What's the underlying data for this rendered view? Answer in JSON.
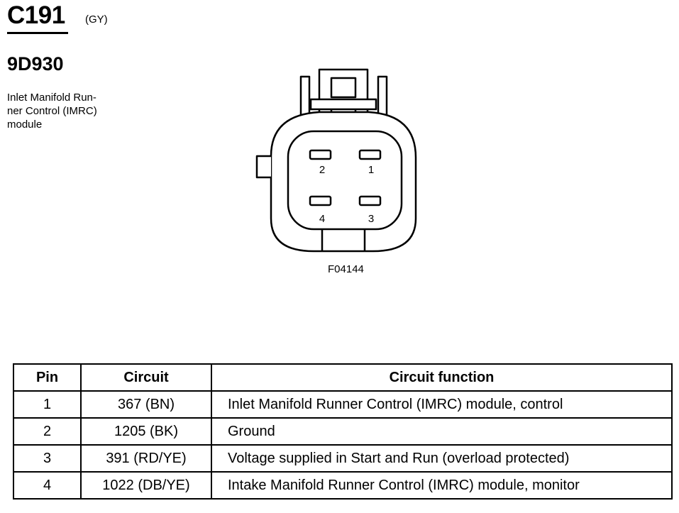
{
  "connector": {
    "id": "C191",
    "color_code": "(GY)",
    "part_number": "9D930",
    "description": "Inlet Manifold Runner Control (IMRC) module",
    "description_lines": [
      "Inlet Manifold Run-",
      "ner Control (IMRC)",
      "module"
    ]
  },
  "diagram": {
    "figure_code": "F04144",
    "pin_labels": [
      "2",
      "1",
      "4",
      "3"
    ]
  },
  "table": {
    "headers": [
      "Pin",
      "Circuit",
      "Circuit function"
    ],
    "rows": [
      {
        "pin": "1",
        "circuit": "367 (BN)",
        "function": "Inlet Manifold Runner Control (IMRC) module, control"
      },
      {
        "pin": "2",
        "circuit": "1205 (BK)",
        "function": "Ground"
      },
      {
        "pin": "3",
        "circuit": "391 (RD/YE)",
        "function": "Voltage supplied in Start and Run (overload protected)"
      },
      {
        "pin": "4",
        "circuit": "1022 (DB/YE)",
        "function": "Intake Manifold Runner Control (IMRC) module, monitor"
      }
    ]
  }
}
